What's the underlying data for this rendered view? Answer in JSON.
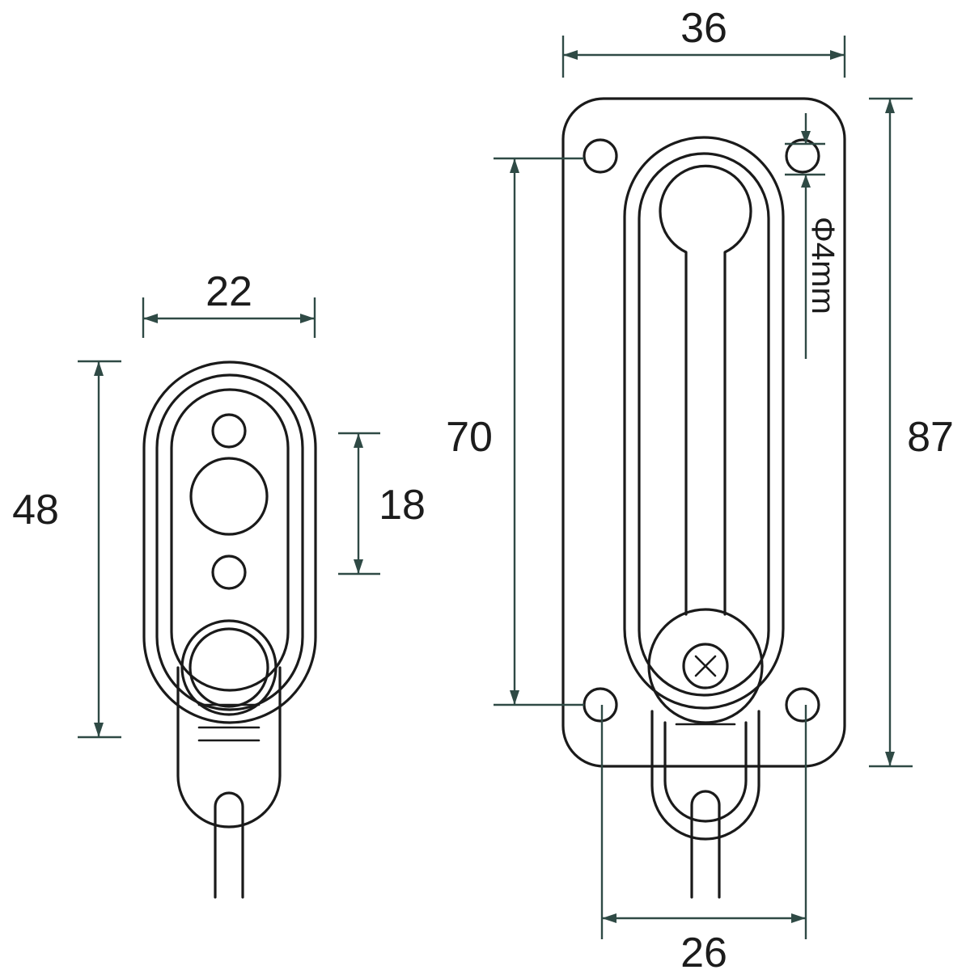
{
  "diagram": {
    "left_part": {
      "width_label": "22",
      "height_label": "48",
      "hole_spacing_label": "18"
    },
    "right_part": {
      "width_label": "36",
      "height_label": "87",
      "hole_vertical_spacing_label": "70",
      "hole_horizontal_spacing_label": "26",
      "hole_diameter_label": "Φ4mm"
    },
    "colors": {
      "outline": "#1a1a1a",
      "dimension_lines": "#2f4a45",
      "background": "#ffffff"
    }
  }
}
